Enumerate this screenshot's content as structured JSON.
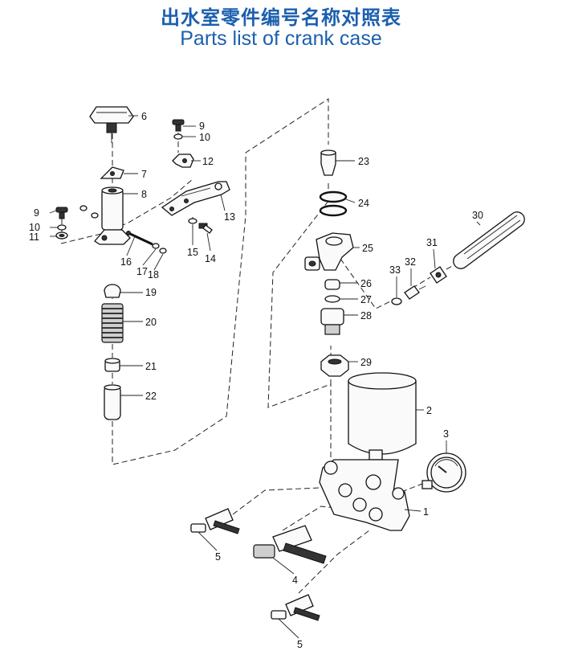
{
  "title": {
    "chinese": "出水室零件编号名称对照表",
    "english": "Parts list of crank case"
  },
  "diagram": {
    "labels": {
      "p1": "1",
      "p2": "2",
      "p3": "3",
      "p4": "4",
      "p5a": "5",
      "p5b": "5",
      "p6": "6",
      "p7": "7",
      "p8": "8",
      "p9a": "9",
      "p9b": "9",
      "p10a": "10",
      "p10b": "10",
      "p11": "11",
      "p12": "12",
      "p13": "13",
      "p14": "14",
      "p15": "15",
      "p16": "16",
      "p17": "17",
      "p18": "18",
      "p19": "19",
      "p20": "20",
      "p21": "21",
      "p22": "22",
      "p23": "23",
      "p24": "24",
      "p25": "25",
      "p26": "26",
      "p27": "27",
      "p28": "28",
      "p29": "29",
      "p30": "30",
      "p31": "31",
      "p32": "32",
      "p33": "33"
    }
  }
}
